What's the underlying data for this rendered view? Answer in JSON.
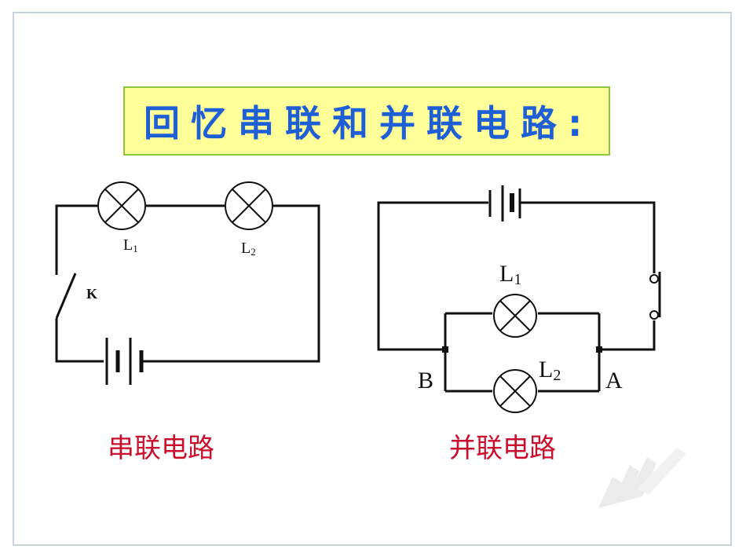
{
  "title": "回忆串联和并联电路:",
  "series": {
    "caption": "串联电路",
    "lamp1_label": "L",
    "lamp1_sub": "1",
    "lamp2_label": "L",
    "lamp2_sub": "2",
    "switch_label": "K"
  },
  "parallel": {
    "caption": "并联电路",
    "lamp1_label": "L",
    "lamp1_sub": "1",
    "lamp2_label": "L",
    "lamp2_sub": "2",
    "node_left": "B",
    "node_right": "A"
  },
  "colors": {
    "title_text": "#1f5fd6",
    "title_bg": "#ffff99",
    "title_border": "#8cc63f",
    "caption": "#c8102e",
    "frame": "#c9d3df"
  }
}
